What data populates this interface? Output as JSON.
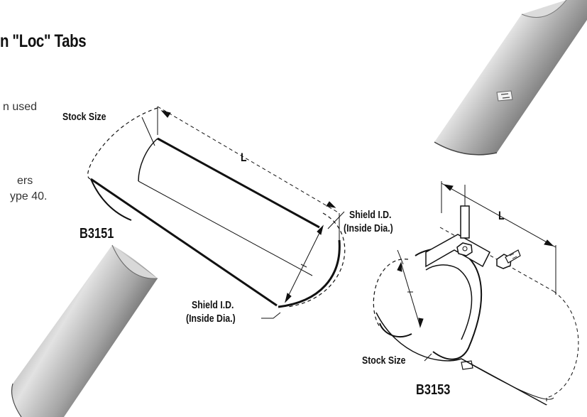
{
  "heading": {
    "title": "n \"Loc\" Tabs"
  },
  "body_text": [
    "n used",
    "ers",
    "ype 40."
  ],
  "figure_b3151": {
    "model": "B3151",
    "dimension": "L",
    "stock_size_label": "Stock Size",
    "shield_label_line1": "Shield I.D.",
    "shield_label_line2": "(Inside Dia.)"
  },
  "figure_b3153": {
    "model": "B3153",
    "dimension": "L",
    "stock_size_label": "Stock Size",
    "shield_label_line1": "Shield I.D.",
    "shield_label_line2": "(Inside Dia.)"
  },
  "colors": {
    "metal_light": "#e8e8e8",
    "metal_mid": "#a9a9a9",
    "metal_dark": "#555555",
    "line": "#111111"
  }
}
